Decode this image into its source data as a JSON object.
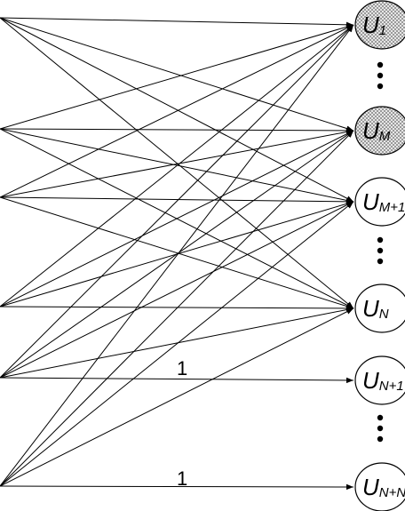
{
  "diagram": {
    "top_partial_text": "”",
    "sources": [
      {
        "id": "s1"
      },
      {
        "id": "s2"
      },
      {
        "id": "s3"
      },
      {
        "id": "s4"
      },
      {
        "id": "s5"
      },
      {
        "id": "s6"
      }
    ],
    "targets": [
      {
        "id": "t1",
        "main": "U",
        "sub": "1",
        "filled": true
      },
      {
        "id": "t2",
        "main": "U",
        "sub": "M",
        "filled": true
      },
      {
        "id": "t3",
        "main": "U",
        "sub": "M+1",
        "filled": false
      },
      {
        "id": "t4",
        "main": "U",
        "sub": "N",
        "filled": false
      },
      {
        "id": "t5",
        "main": "U",
        "sub": "N+1",
        "filled": false
      },
      {
        "id": "t6",
        "main": "U",
        "sub": "N+Nt",
        "filled": false
      }
    ],
    "edge_labels": [
      "1",
      "1"
    ],
    "colors": {
      "line": "#000000",
      "filled_node": "#c8c8c8",
      "background": "#ffffff"
    }
  }
}
